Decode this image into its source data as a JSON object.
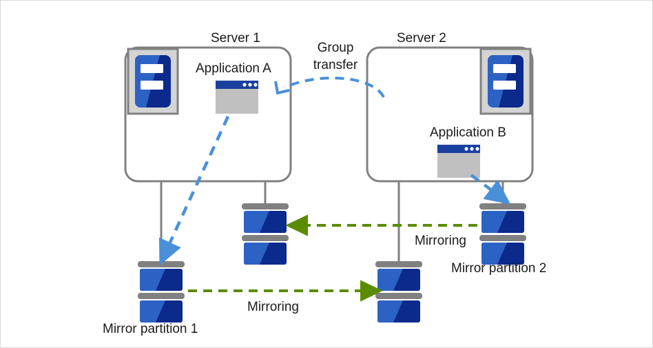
{
  "diagram": {
    "title_type": "mirror-disk-cluster-diagram",
    "servers": [
      {
        "id": "server1",
        "label": "Server 1",
        "icon": "server-icon",
        "application": {
          "label": "Application  A",
          "icon": "application-window-icon"
        }
      },
      {
        "id": "server2",
        "label": "Server 2",
        "icon": "server-icon",
        "application": {
          "label": "Application  B",
          "icon": "application-window-icon"
        }
      }
    ],
    "disks": [
      {
        "id": "disk-s1-mirror1",
        "icon": "disk-stack-icon",
        "label": "Mirror partition 1"
      },
      {
        "id": "disk-s1-mirror2",
        "icon": "disk-stack-icon",
        "label": ""
      },
      {
        "id": "disk-s2-mirror1",
        "icon": "disk-stack-icon",
        "label": ""
      },
      {
        "id": "disk-s2-mirror2",
        "icon": "disk-stack-icon",
        "label": "Mirror partition 2"
      }
    ],
    "labels": {
      "group_transfer_line1": "Group",
      "group_transfer_line2": "transfer",
      "mirroring_lower": "Mirroring",
      "mirroring_upper": "Mirroring",
      "mirror_partition_1": "Mirror partition 1",
      "mirror_partition_2": "Mirror partition 2"
    },
    "colors": {
      "background": "#ffffff",
      "outer_border": "#d9d9d9",
      "box_stroke": "#808080",
      "connector_line": "#808080",
      "blue_arrow": "#4a90d9",
      "green_arrow": "#5b8c00",
      "icon_blue_light": "#2c62c4",
      "icon_blue_dark": "#0b2a8c",
      "icon_frame_gray": "#d4d4d4",
      "icon_frame_border": "#808080",
      "window_titlebar": "#1a3f9e",
      "window_body": "#c0c0c0",
      "disk_bar_gray": "#808080",
      "text": "#1a1a1a"
    }
  }
}
